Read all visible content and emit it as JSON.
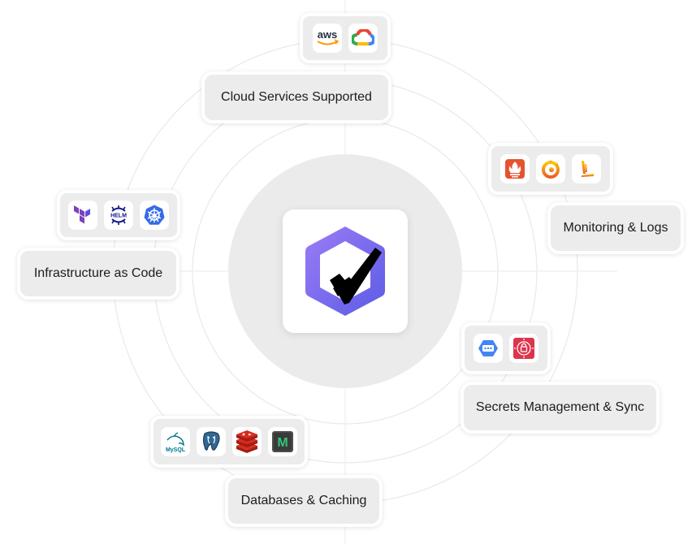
{
  "center": {
    "logo_icon": "hexagon-check-logo-icon",
    "colors": {
      "hex_outer": "#7b6cf0",
      "hex_inner": "#ffffff",
      "check": "#000000"
    }
  },
  "categories": [
    {
      "id": "cloud",
      "label": "Cloud Services Supported",
      "icons": [
        "aws-icon",
        "google-cloud-icon"
      ]
    },
    {
      "id": "monitoring",
      "label": "Monitoring & Logs",
      "icons": [
        "prometheus-icon",
        "grafana-icon",
        "loki-icon"
      ]
    },
    {
      "id": "infra",
      "label": "Infrastructure as Code",
      "icons": [
        "terraform-icon",
        "helm-icon",
        "kubernetes-icon"
      ]
    },
    {
      "id": "secrets",
      "label": "Secrets Management & Sync",
      "icons": [
        "gcp-secret-manager-icon",
        "aws-secrets-manager-icon"
      ]
    },
    {
      "id": "databases",
      "label": "Databases & Caching",
      "icons": [
        "mysql-icon",
        "postgresql-icon",
        "redis-icon",
        "memcached-icon"
      ]
    }
  ],
  "icon_text": {
    "aws": "aws",
    "helm": "HELM",
    "mysql": "MySQL",
    "memcached": "M"
  }
}
